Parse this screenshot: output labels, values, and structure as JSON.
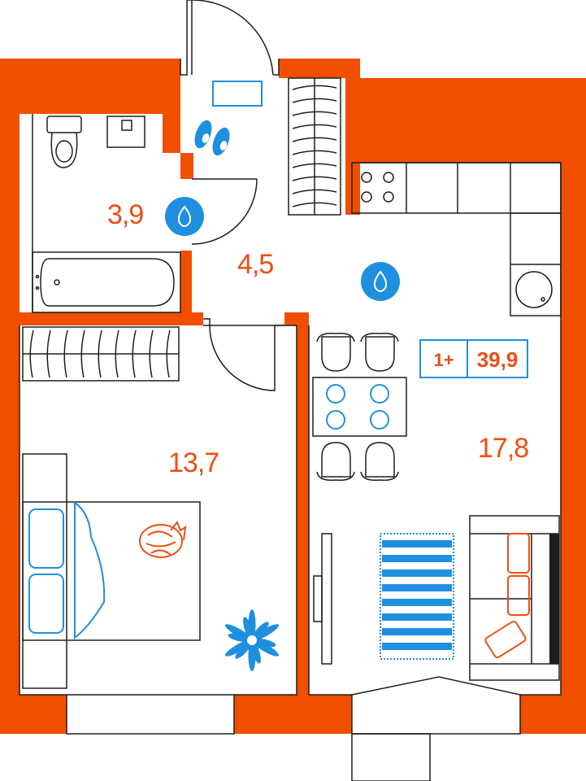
{
  "plan": {
    "apartment_type": "1+",
    "total_area": "39,9",
    "rooms": [
      {
        "id": "bathroom",
        "area": "3,9"
      },
      {
        "id": "hallway",
        "area": "4,5"
      },
      {
        "id": "bedroom",
        "area": "13,7"
      },
      {
        "id": "kitchen-living",
        "area": "17,8"
      }
    ]
  },
  "colors": {
    "walls": "#f24e00",
    "accent_blue": "#1f8fe0",
    "furniture_line": "#1e1e1e",
    "area_text": "#f04e12"
  },
  "icons": [
    "water-drop-icon",
    "toilet-icon",
    "sink-icon",
    "bathtub-icon",
    "slippers-icon",
    "stove-icon",
    "plant-icon",
    "cat-icon"
  ]
}
